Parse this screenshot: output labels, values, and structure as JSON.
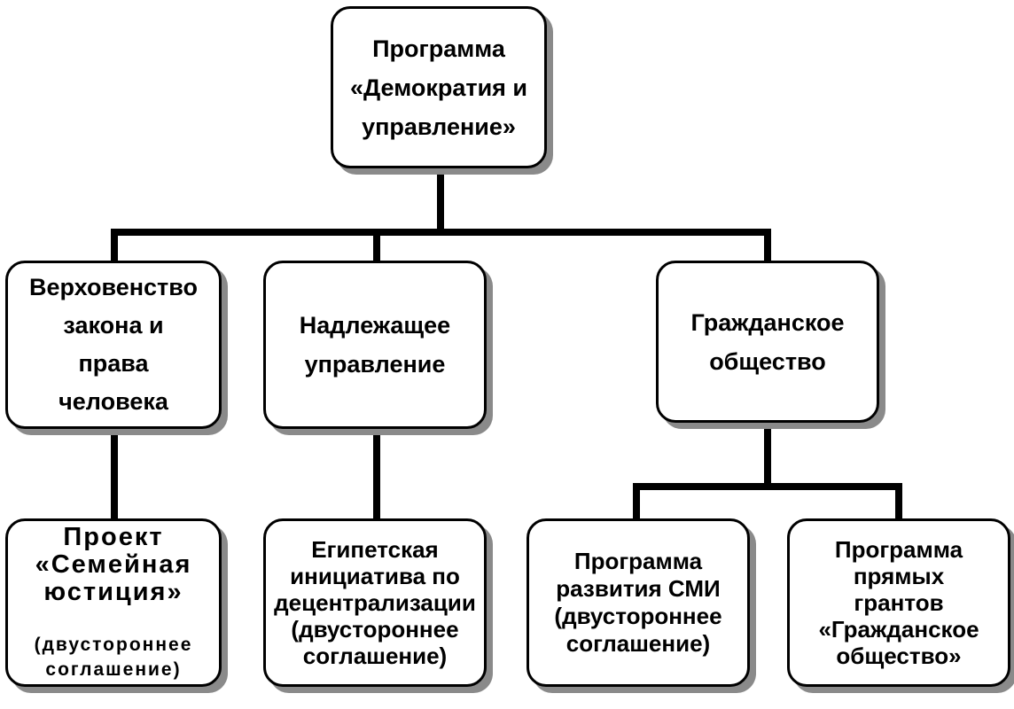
{
  "diagram": {
    "root": {
      "label": "Программа\n«Демократия и\nуправление»"
    },
    "pillars": [
      {
        "label": "Верховенство\nзакона и\nправа\nчеловека"
      },
      {
        "label": "Надлежащее\nуправление"
      },
      {
        "label": "Гражданское\nобщество"
      }
    ],
    "projects": [
      {
        "title": "Проект\n«Семейная\nюстиция»",
        "note": "(двустороннее\nсоглашение)"
      },
      {
        "label": "Египетская\nинициатива по\nдецентрализации\n(двустороннее\nсоглашение)"
      },
      {
        "label": "Программа\nразвития СМИ\n(двустороннее\nсоглашение)"
      },
      {
        "label": "Программа\nпрямых\nгрантов\n«Гражданское\nобщество»"
      }
    ]
  }
}
